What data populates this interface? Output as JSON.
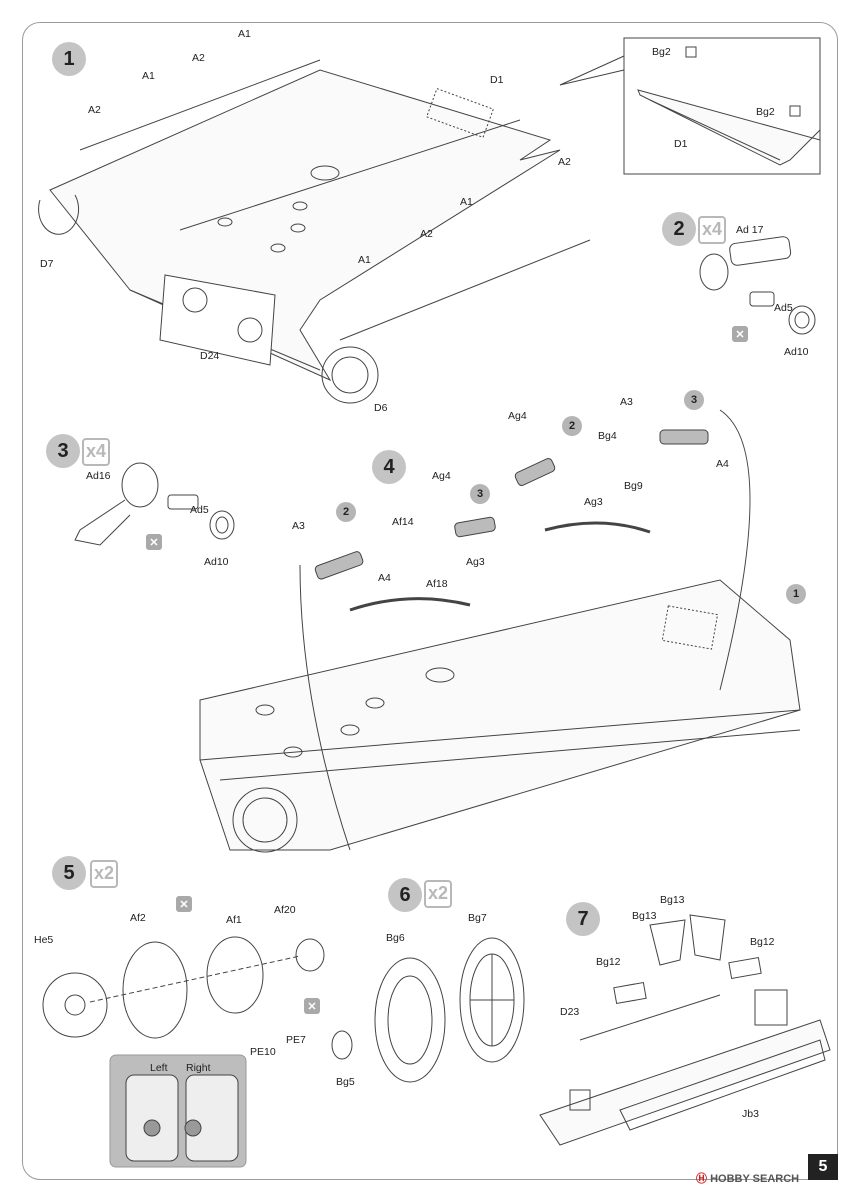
{
  "page_number": "5",
  "watermark": {
    "mark": "Ⓗ",
    "text": "HOBBY SEARCH"
  },
  "steps": [
    {
      "number": "1"
    },
    {
      "number": "2",
      "multiplier": "x4"
    },
    {
      "number": "3",
      "multiplier": "x4"
    },
    {
      "number": "4"
    },
    {
      "number": "5",
      "multiplier": "x2"
    },
    {
      "number": "6",
      "multiplier": "x2"
    },
    {
      "number": "7"
    }
  ],
  "sub_refs": {
    "r1": "1",
    "r2": "2",
    "r3": "3"
  },
  "glue_icon": "glue-icon",
  "labels": {
    "A1": "A1",
    "A2": "A2",
    "A3": "A3",
    "A4": "A4",
    "D1": "D1",
    "D6": "D6",
    "D7": "D7",
    "D23": "D23",
    "D24": "D24",
    "Bg2": "Bg2",
    "Bg4": "Bg4",
    "Bg5": "Bg5",
    "Bg6": "Bg6",
    "Bg7": "Bg7",
    "Bg9": "Bg9",
    "Bg12": "Bg12",
    "Bg13": "Bg13",
    "Ad5": "Ad5",
    "Ad10": "Ad10",
    "Ad16": "Ad16",
    "Ad17": "Ad 17",
    "Ag3": "Ag3",
    "Ag4": "Ag4",
    "Af1": "Af1",
    "Af2": "Af2",
    "Af14": "Af14",
    "Af18": "Af18",
    "Af20": "Af20",
    "He5": "He5",
    "PE7": "PE7",
    "PE10": "PE10",
    "Jb3": "Jb3"
  },
  "inset5": {
    "left": "Left",
    "right": "Right"
  }
}
